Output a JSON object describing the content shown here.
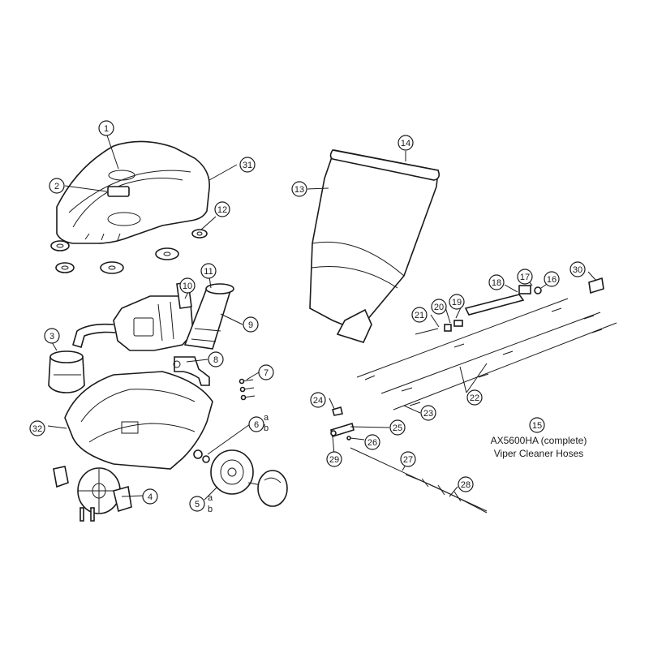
{
  "callouts": [
    {
      "id": "c1",
      "label": "1"
    },
    {
      "id": "c2",
      "label": "2"
    },
    {
      "id": "c3",
      "label": "3"
    },
    {
      "id": "c4",
      "label": "4"
    },
    {
      "id": "c5",
      "label": "5"
    },
    {
      "id": "c6",
      "label": "6"
    },
    {
      "id": "c7",
      "label": "7"
    },
    {
      "id": "c8",
      "label": "8"
    },
    {
      "id": "c9",
      "label": "9"
    },
    {
      "id": "c10",
      "label": "10"
    },
    {
      "id": "c11",
      "label": "11"
    },
    {
      "id": "c12",
      "label": "12"
    },
    {
      "id": "c13",
      "label": "13"
    },
    {
      "id": "c14",
      "label": "14"
    },
    {
      "id": "c15",
      "label": "15"
    },
    {
      "id": "c16",
      "label": "16"
    },
    {
      "id": "c17",
      "label": "17"
    },
    {
      "id": "c18",
      "label": "18"
    },
    {
      "id": "c19",
      "label": "19"
    },
    {
      "id": "c20",
      "label": "20"
    },
    {
      "id": "c21",
      "label": "21"
    },
    {
      "id": "c22",
      "label": "22"
    },
    {
      "id": "c23",
      "label": "23"
    },
    {
      "id": "c24",
      "label": "24"
    },
    {
      "id": "c25",
      "label": "25"
    },
    {
      "id": "c26",
      "label": "26"
    },
    {
      "id": "c27",
      "label": "27"
    },
    {
      "id": "c28",
      "label": "28"
    },
    {
      "id": "c29",
      "label": "29"
    },
    {
      "id": "c30",
      "label": "30"
    },
    {
      "id": "c31",
      "label": "31"
    },
    {
      "id": "c32",
      "label": "32"
    }
  ],
  "sub_labels": {
    "part5_a": "a",
    "part5_b": "b",
    "part6_a": "a",
    "part6_b": "b"
  },
  "caption": {
    "line1": "AX5600HA (complete)",
    "line2": "Viper Cleaner Hoses"
  }
}
